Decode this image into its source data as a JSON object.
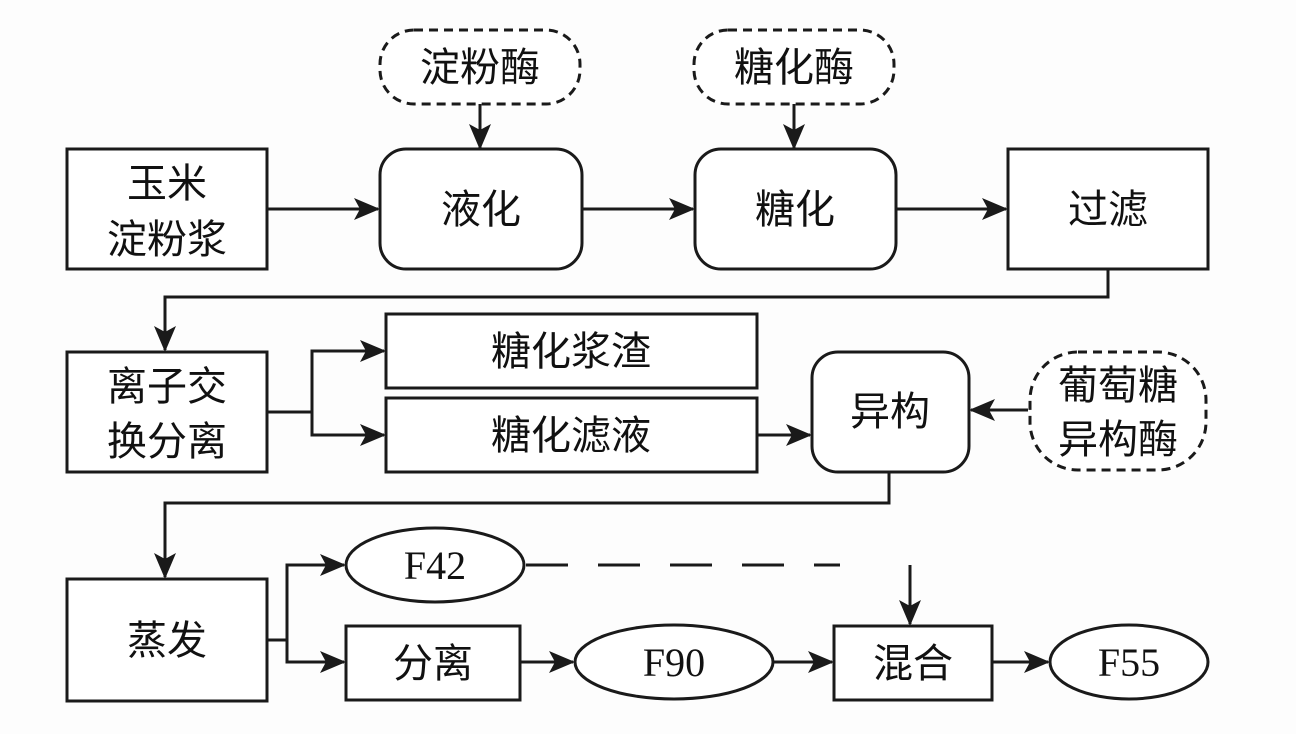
{
  "nodes": {
    "corn_starch": [
      "玉米",
      "淀粉浆"
    ],
    "amylase": "淀粉酶",
    "liquefy": "液化",
    "glucoamylase": "糖化酶",
    "saccharify": "糖化",
    "filter": "过滤",
    "ion_exchange": [
      "离子交",
      "换分离"
    ],
    "residue": "糖化浆渣",
    "filtrate": "糖化滤液",
    "isomerize": "异构",
    "isomerase": [
      "葡萄糖",
      "异构酶"
    ],
    "evaporate": "蒸发",
    "f42": "F42",
    "separate": "分离",
    "f90": "F90",
    "mix": "混合",
    "f55": "F55"
  },
  "edges": [
    [
      "corn_starch",
      "liquefy"
    ],
    [
      "amylase",
      "liquefy"
    ],
    [
      "liquefy",
      "saccharify"
    ],
    [
      "glucoamylase",
      "saccharify"
    ],
    [
      "saccharify",
      "filter"
    ],
    [
      "filter",
      "ion_exchange"
    ],
    [
      "ion_exchange",
      "residue"
    ],
    [
      "ion_exchange",
      "filtrate"
    ],
    [
      "filtrate",
      "isomerize"
    ],
    [
      "isomerase",
      "isomerize"
    ],
    [
      "isomerize",
      "evaporate"
    ],
    [
      "evaporate",
      "f42"
    ],
    [
      "evaporate",
      "separate"
    ],
    [
      "separate",
      "f90"
    ],
    [
      "f90",
      "mix"
    ],
    [
      "f42",
      "mix"
    ],
    [
      "mix",
      "f55"
    ]
  ]
}
